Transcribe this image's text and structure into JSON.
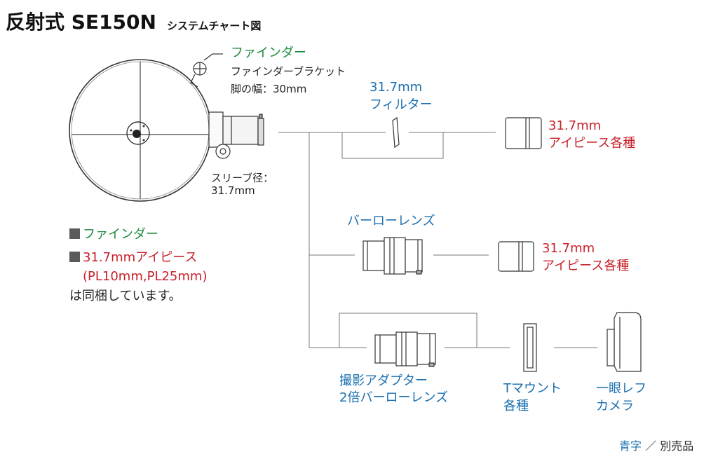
{
  "title": "反射式 SE150N",
  "subtitle": "システムチャート図",
  "labels": {
    "finder": "ファインダー",
    "finder_bracket": "ファインダーブラケット",
    "leg_width": "脚の幅：30mm",
    "sleeve_line1": "スリーブ径：",
    "sleeve_line2": "31.7mm",
    "filter_line1": "31.7mm",
    "filter_line2": "フィルター",
    "eyepiece1_line1": "31.7mm",
    "eyepiece1_line2": "アイピース各種",
    "barlow": "バーローレンズ",
    "eyepiece2_line1": "31.7mm",
    "eyepiece2_line2": "アイピース各種",
    "photo_adapter_line1": "撮影アダプター",
    "photo_adapter_line2": "2倍バーローレンズ",
    "tmount_line1": "Tマウント",
    "tmount_line2": "各種",
    "camera_line1": "一眼レフ",
    "camera_line2": "カメラ"
  },
  "included": {
    "item1": "ファインダー",
    "item2": "31.7mmアイピース",
    "item2_detail": "(PL10mm,PL25mm)",
    "note": "は同梱しています。"
  },
  "legend": {
    "blue_text": "青字",
    "separator": "／",
    "meaning": "別売品"
  },
  "colors": {
    "included_green": "#1a8a3a",
    "eyepiece_red": "#c8202a",
    "optional_blue": "#1a6fb0"
  }
}
